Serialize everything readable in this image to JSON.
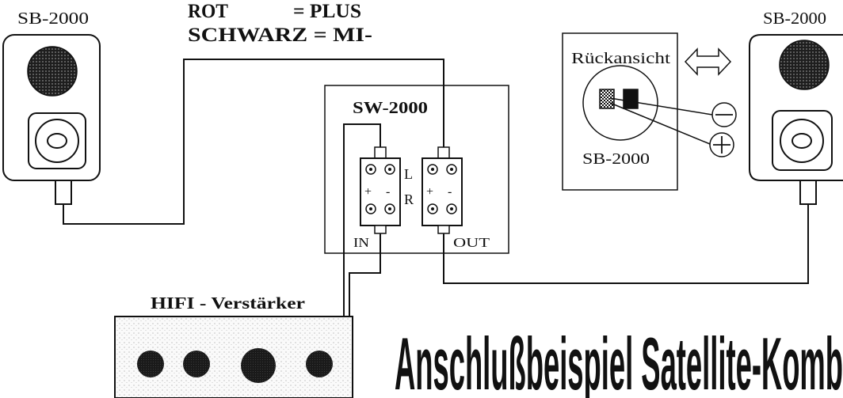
{
  "legend": {
    "rot": "ROT",
    "plus": "= PLUS",
    "schwarz": "SCHWARZ = MI-"
  },
  "left_speaker": {
    "label": "SB-2000"
  },
  "right_speaker": {
    "label": "SB-2000"
  },
  "subwoofer": {
    "label": "SW-2000",
    "channel_left": "L",
    "channel_right": "R",
    "input": "IN",
    "output": "OUT",
    "terminal_plus": "+",
    "terminal_minus": "-"
  },
  "rear_view": {
    "title": "Rückansicht",
    "model": "SB-2000"
  },
  "amplifier": {
    "label": "HIFI - Verstärker"
  },
  "title": "Anschlußbeispiel Satellite-Komb",
  "icons": {
    "swap": "double-arrow-icon",
    "minus": "minus-circle-icon",
    "plus": "plus-circle-icon"
  }
}
